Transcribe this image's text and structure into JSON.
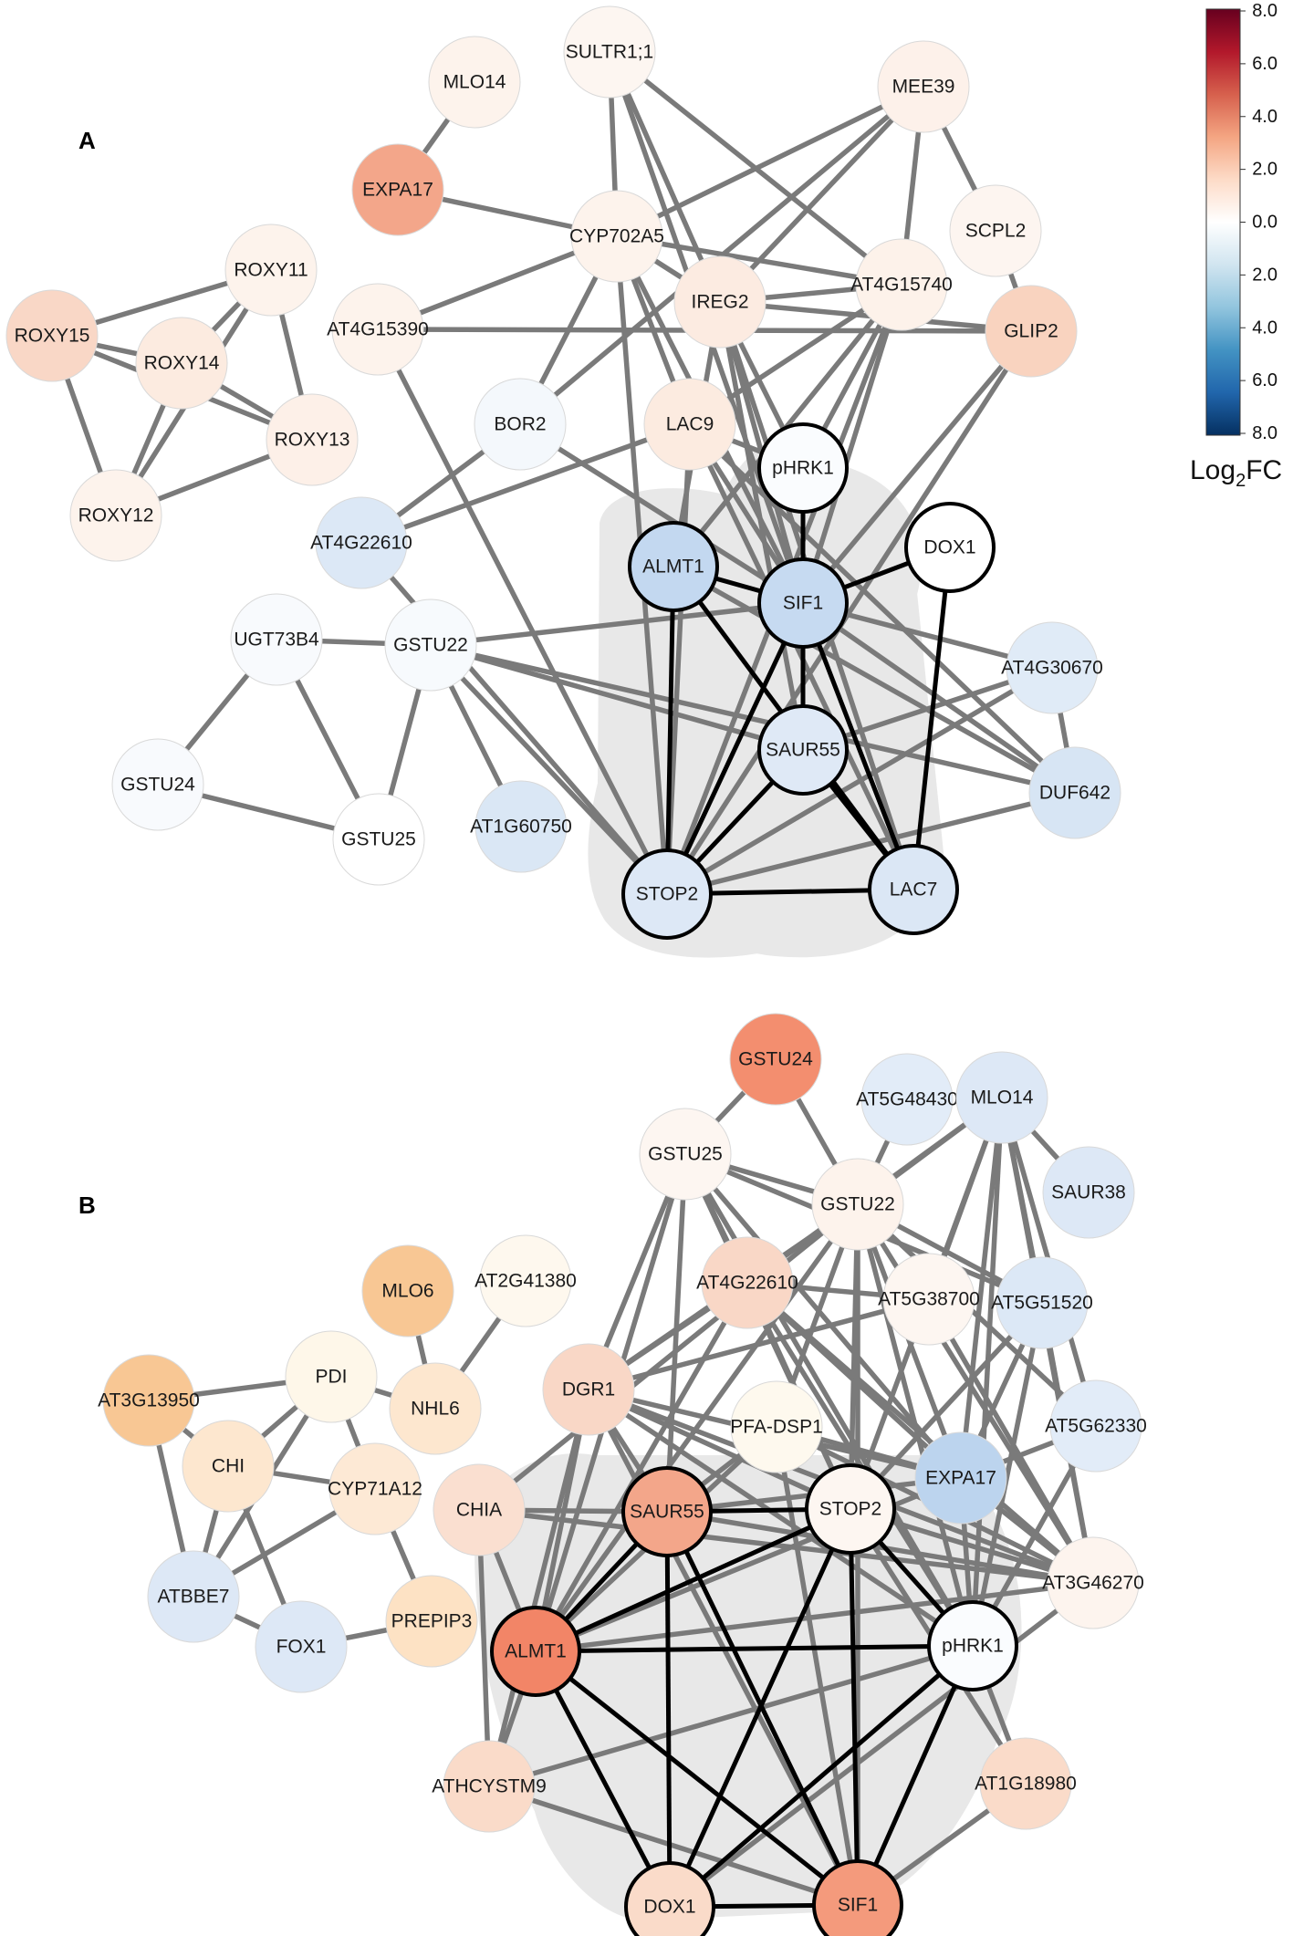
{
  "panels": [
    {
      "label": "A",
      "nodes": [
        {
          "id": "MLO14",
          "color": "#fdf3ec",
          "core": false
        },
        {
          "id": "SULTR1;1",
          "color": "#fdf6f1",
          "core": false
        },
        {
          "id": "MEE39",
          "color": "#fdf1ea",
          "core": false
        },
        {
          "id": "EXPA17",
          "color": "#f3a68a",
          "core": false
        },
        {
          "id": "CYP702A5",
          "color": "#fdf3ec",
          "core": false
        },
        {
          "id": "SCPL2",
          "color": "#fdf5f0",
          "core": false
        },
        {
          "id": "ROXY11",
          "color": "#fdf3ec",
          "core": false
        },
        {
          "id": "ROXY15",
          "color": "#f9d7c6",
          "core": false
        },
        {
          "id": "ROXY14",
          "color": "#fcebe0",
          "core": false
        },
        {
          "id": "ROXY13",
          "color": "#fdf0e8",
          "core": false
        },
        {
          "id": "ROXY12",
          "color": "#fdf3ec",
          "core": false
        },
        {
          "id": "IREG2",
          "color": "#fcebe1",
          "core": false
        },
        {
          "id": "AT4G15740",
          "color": "#fdf2ea",
          "core": false
        },
        {
          "id": "AT4G15390",
          "color": "#fdf3ec",
          "core": false
        },
        {
          "id": "GLIP2",
          "color": "#f9d3bf",
          "core": false
        },
        {
          "id": "BOR2",
          "color": "#f4f8fc",
          "core": false
        },
        {
          "id": "LAC9",
          "color": "#fcebe0",
          "core": false
        },
        {
          "id": "pHRK1",
          "color": "#fafcfe",
          "core": true
        },
        {
          "id": "AT4G22610",
          "color": "#dce8f6",
          "core": false
        },
        {
          "id": "ALMT1",
          "color": "#c3d8f0",
          "core": true
        },
        {
          "id": "SIF1",
          "color": "#c6daf1",
          "core": true
        },
        {
          "id": "DOX1",
          "color": "#ffffff",
          "core": true
        },
        {
          "id": "UGT73B4",
          "color": "#f8fafd",
          "core": false
        },
        {
          "id": "GSTU22",
          "color": "#f7fafd",
          "core": false
        },
        {
          "id": "AT4G30670",
          "color": "#e0ebf7",
          "core": false
        },
        {
          "id": "SAUR55",
          "color": "#dfe9f6",
          "core": true
        },
        {
          "id": "GSTU24",
          "color": "#f8fafd",
          "core": false
        },
        {
          "id": "DUF642",
          "color": "#d7e5f4",
          "core": false
        },
        {
          "id": "AT1G60750",
          "color": "#dae7f5",
          "core": false
        },
        {
          "id": "GSTU25",
          "color": "#ffffff",
          "core": false
        },
        {
          "id": "STOP2",
          "color": "#dde8f6",
          "core": true
        },
        {
          "id": "LAC7",
          "color": "#dbe7f5",
          "core": true
        }
      ],
      "edges": [
        [
          "MLO14",
          "EXPA17"
        ],
        [
          "EXPA17",
          "CYP702A5"
        ],
        [
          "CYP702A5",
          "AT4G15740"
        ],
        [
          "SULTR1;1",
          "CYP702A5"
        ],
        [
          "SULTR1;1",
          "IREG2"
        ],
        [
          "SULTR1;1",
          "AT4G15740"
        ],
        [
          "SULTR1;1",
          "SIF1"
        ],
        [
          "MEE39",
          "CYP702A5"
        ],
        [
          "MEE39",
          "IREG2"
        ],
        [
          "MEE39",
          "AT4G15740"
        ],
        [
          "MEE39",
          "SCPL2"
        ],
        [
          "MEE39",
          "BOR2"
        ],
        [
          "SCPL2",
          "GLIP2"
        ],
        [
          "ROXY11",
          "ROXY15"
        ],
        [
          "ROXY11",
          "ROXY14"
        ],
        [
          "ROXY11",
          "ROXY12"
        ],
        [
          "ROXY11",
          "ROXY13"
        ],
        [
          "ROXY15",
          "ROXY14"
        ],
        [
          "ROXY15",
          "ROXY13"
        ],
        [
          "ROXY15",
          "ROXY12"
        ],
        [
          "ROXY14",
          "ROXY13"
        ],
        [
          "ROXY14",
          "ROXY12"
        ],
        [
          "ROXY13",
          "ROXY12"
        ],
        [
          "AT4G15390",
          "CYP702A5"
        ],
        [
          "AT4G15390",
          "GLIP2"
        ],
        [
          "AT4G15390",
          "STOP2"
        ],
        [
          "CYP702A5",
          "IREG2"
        ],
        [
          "CYP702A5",
          "BOR2"
        ],
        [
          "CYP702A5",
          "LAC9"
        ],
        [
          "CYP702A5",
          "SIF1"
        ],
        [
          "CYP702A5",
          "STOP2"
        ],
        [
          "IREG2",
          "AT4G15740"
        ],
        [
          "IREG2",
          "GLIP2"
        ],
        [
          "IREG2",
          "pHRK1"
        ],
        [
          "IREG2",
          "SIF1"
        ],
        [
          "IREG2",
          "ALMT1"
        ],
        [
          "IREG2",
          "LAC7"
        ],
        [
          "IREG2",
          "SAUR55"
        ],
        [
          "AT4G15740",
          "SIF1"
        ],
        [
          "AT4G15740",
          "LAC9"
        ],
        [
          "AT4G15740",
          "STOP2"
        ],
        [
          "AT4G15740",
          "pHRK1"
        ],
        [
          "AT4G15740",
          "ALMT1"
        ],
        [
          "GLIP2",
          "SIF1"
        ],
        [
          "GLIP2",
          "STOP2"
        ],
        [
          "BOR2",
          "AT4G22610"
        ],
        [
          "BOR2",
          "SIF1"
        ],
        [
          "LAC9",
          "AT4G22610"
        ],
        [
          "LAC9",
          "SIF1"
        ],
        [
          "LAC9",
          "STOP2"
        ],
        [
          "LAC9",
          "LAC7"
        ],
        [
          "LAC9",
          "DUF642"
        ],
        [
          "LAC9",
          "pHRK1"
        ],
        [
          "AT4G22610",
          "STOP2"
        ],
        [
          "UGT73B4",
          "GSTU22"
        ],
        [
          "UGT73B4",
          "GSTU24"
        ],
        [
          "UGT73B4",
          "GSTU25"
        ],
        [
          "GSTU24",
          "GSTU25"
        ],
        [
          "GSTU22",
          "GSTU25"
        ],
        [
          "GSTU22",
          "AT1G60750"
        ],
        [
          "GSTU22",
          "SIF1"
        ],
        [
          "GSTU22",
          "SAUR55"
        ],
        [
          "GSTU22",
          "STOP2"
        ],
        [
          "GSTU22",
          "DUF642"
        ],
        [
          "AT4G30670",
          "SIF1"
        ],
        [
          "AT4G30670",
          "STOP2"
        ],
        [
          "AT4G30670",
          "DUF642"
        ],
        [
          "AT4G30670",
          "SAUR55"
        ],
        [
          "DUF642",
          "SIF1"
        ],
        [
          "DUF642",
          "STOP2"
        ],
        [
          "DUF642",
          "ALMT1"
        ]
      ],
      "core_edges": [
        [
          "pHRK1",
          "SIF1"
        ],
        [
          "ALMT1",
          "SIF1"
        ],
        [
          "DOX1",
          "SIF1"
        ],
        [
          "DOX1",
          "LAC7"
        ],
        [
          "ALMT1",
          "STOP2"
        ],
        [
          "ALMT1",
          "LAC7"
        ],
        [
          "SIF1",
          "SAUR55"
        ],
        [
          "SIF1",
          "STOP2"
        ],
        [
          "SIF1",
          "LAC7"
        ],
        [
          "SAUR55",
          "STOP2"
        ],
        [
          "SAUR55",
          "LAC7"
        ],
        [
          "STOP2",
          "LAC7"
        ]
      ]
    },
    {
      "label": "B",
      "nodes": [
        {
          "id": "GSTU24",
          "color": "#f38e6f",
          "core": false
        },
        {
          "id": "AT5G48430",
          "color": "#e2ecf8",
          "core": false
        },
        {
          "id": "MLO14",
          "color": "#dde8f6",
          "core": false
        },
        {
          "id": "GSTU25",
          "color": "#fdf6f1",
          "core": false
        },
        {
          "id": "GSTU22",
          "color": "#fdf3ec",
          "core": false
        },
        {
          "id": "SAUR38",
          "color": "#dde8f6",
          "core": false
        },
        {
          "id": "MLO6",
          "color": "#f8c794",
          "core": false
        },
        {
          "id": "AT2G41380",
          "color": "#fef8ee",
          "core": false
        },
        {
          "id": "AT4G22610",
          "color": "#f9d7c6",
          "core": false
        },
        {
          "id": "AT5G38700",
          "color": "#fdf6f1",
          "core": false
        },
        {
          "id": "AT5G51520",
          "color": "#dce8f6",
          "core": false
        },
        {
          "id": "AT3G13950",
          "color": "#f8c794",
          "core": false
        },
        {
          "id": "PDI",
          "color": "#fef7e9",
          "core": false
        },
        {
          "id": "NHL6",
          "color": "#fde7cf",
          "core": false
        },
        {
          "id": "DGR1",
          "color": "#f9d7c6",
          "core": false
        },
        {
          "id": "PFA-DSP1",
          "color": "#fef9ee",
          "core": false
        },
        {
          "id": "AT5G62330",
          "color": "#e2ecf8",
          "core": false
        },
        {
          "id": "CHI",
          "color": "#fde7cf",
          "core": false
        },
        {
          "id": "CYP71A12",
          "color": "#fde9d5",
          "core": false
        },
        {
          "id": "CHIA",
          "color": "#fadfd0",
          "core": false
        },
        {
          "id": "SAUR55",
          "color": "#f3a68a",
          "core": true
        },
        {
          "id": "STOP2",
          "color": "#fdf6f1",
          "core": true
        },
        {
          "id": "EXPA17",
          "color": "#bcd4ee",
          "core": false
        },
        {
          "id": "AT3G46270",
          "color": "#fdf4ee",
          "core": false
        },
        {
          "id": "ATBBE7",
          "color": "#dde8f6",
          "core": false
        },
        {
          "id": "FOX1",
          "color": "#dde8f6",
          "core": false
        },
        {
          "id": "PREPIP3",
          "color": "#fde2c4",
          "core": false
        },
        {
          "id": "ALMT1",
          "color": "#f28567",
          "core": true
        },
        {
          "id": "pHRK1",
          "color": "#fafcfe",
          "core": true
        },
        {
          "id": "ATHCYSTM9",
          "color": "#fadbc9",
          "core": false
        },
        {
          "id": "AT1G18980",
          "color": "#fadbc9",
          "core": false
        },
        {
          "id": "DOX1",
          "color": "#fadbc9",
          "core": true
        },
        {
          "id": "SIF1",
          "color": "#f49a7c",
          "core": true
        }
      ],
      "edges": [
        [
          "GSTU24",
          "GSTU25"
        ],
        [
          "GSTU24",
          "GSTU22"
        ],
        [
          "AT5G48430",
          "GSTU22"
        ],
        [
          "MLO14",
          "GSTU22"
        ],
        [
          "MLO14",
          "AT5G51520"
        ],
        [
          "MLO14",
          "SAUR38"
        ],
        [
          "MLO14",
          "AT5G38700"
        ],
        [
          "MLO14",
          "EXPA17"
        ],
        [
          "MLO14",
          "pHRK1"
        ],
        [
          "MLO14",
          "AT3G46270"
        ],
        [
          "MLO14",
          "STOP2"
        ],
        [
          "MLO14",
          "AT4G22610"
        ],
        [
          "MLO14",
          "AT5G62330"
        ],
        [
          "GSTU25",
          "GSTU22"
        ],
        [
          "GSTU25",
          "AT4G22610"
        ],
        [
          "GSTU25",
          "DGR1"
        ],
        [
          "GSTU25",
          "STOP2"
        ],
        [
          "GSTU25",
          "pHRK1"
        ],
        [
          "GSTU25",
          "AT5G51520"
        ],
        [
          "GSTU25",
          "SAUR55"
        ],
        [
          "GSTU25",
          "EXPA17"
        ],
        [
          "GSTU25",
          "ALMT1"
        ],
        [
          "GSTU22",
          "AT4G22610"
        ],
        [
          "GSTU22",
          "DGR1"
        ],
        [
          "GSTU22",
          "STOP2"
        ],
        [
          "GSTU22",
          "AT5G51520"
        ],
        [
          "GSTU22",
          "pHRK1"
        ],
        [
          "GSTU22",
          "EXPA17"
        ],
        [
          "GSTU22",
          "ALMT1"
        ],
        [
          "GSTU22",
          "SIF1"
        ],
        [
          "GSTU22",
          "PFA-DSP1"
        ],
        [
          "GSTU22",
          "AT3G46270"
        ],
        [
          "GSTU22",
          "CHIA"
        ],
        [
          "GSTU22",
          "AT5G62330"
        ],
        [
          "AT4G22610",
          "AT5G38700"
        ],
        [
          "AT4G22610",
          "DGR1"
        ],
        [
          "AT4G22610",
          "ALMT1"
        ],
        [
          "AT4G22610",
          "STOP2"
        ],
        [
          "AT4G22610",
          "EXPA17"
        ],
        [
          "AT4G22610",
          "pHRK1"
        ],
        [
          "AT4G22610",
          "AT3G46270"
        ],
        [
          "AT5G38700",
          "DGR1"
        ],
        [
          "AT5G38700",
          "AT3G46270"
        ],
        [
          "AT5G51520",
          "EXPA17"
        ],
        [
          "AT5G51520",
          "pHRK1"
        ],
        [
          "AT5G51520",
          "AT3G46270"
        ],
        [
          "AT5G51520",
          "STOP2"
        ],
        [
          "AT5G62330",
          "pHRK1"
        ],
        [
          "AT5G62330",
          "EXPA17"
        ],
        [
          "DGR1",
          "SAUR55"
        ],
        [
          "DGR1",
          "STOP2"
        ],
        [
          "DGR1",
          "EXPA17"
        ],
        [
          "DGR1",
          "AT3G46270"
        ],
        [
          "DGR1",
          "ALMT1"
        ],
        [
          "DGR1",
          "ATHCYSTM9"
        ],
        [
          "DGR1",
          "pHRK1"
        ],
        [
          "DGR1",
          "SIF1"
        ],
        [
          "PFA-DSP1",
          "SAUR55"
        ],
        [
          "PFA-DSP1",
          "EXPA17"
        ],
        [
          "PFA-DSP1",
          "ALMT1"
        ],
        [
          "PFA-DSP1",
          "AT3G46270"
        ],
        [
          "PFA-DSP1",
          "SIF1"
        ],
        [
          "EXPA17",
          "AT3G46270"
        ],
        [
          "EXPA17",
          "ALMT1"
        ],
        [
          "EXPA17",
          "SAUR55"
        ],
        [
          "EXPA17",
          "pHRK1"
        ],
        [
          "STOP2",
          "AT3G46270"
        ],
        [
          "STOP2",
          "AT1G18980"
        ],
        [
          "CHIA",
          "ALMT1"
        ],
        [
          "CHIA",
          "SAUR55"
        ],
        [
          "CHIA",
          "ATHCYSTM9"
        ],
        [
          "CHIA",
          "AT3G46270"
        ],
        [
          "SAUR55",
          "AT3G46270"
        ],
        [
          "ALMT1",
          "ATHCYSTM9"
        ],
        [
          "ATHCYSTM9",
          "SIF1"
        ],
        [
          "ATHCYSTM9",
          "pHRK1"
        ],
        [
          "pHRK1",
          "AT1G18980"
        ],
        [
          "AT3G46270",
          "DOX1"
        ],
        [
          "AT3G46270",
          "ALMT1"
        ],
        [
          "AT1G18980",
          "SIF1"
        ],
        [
          "AT2G41380",
          "NHL6"
        ],
        [
          "MLO6",
          "NHL6"
        ],
        [
          "PDI",
          "NHL6"
        ],
        [
          "PDI",
          "CHI"
        ],
        [
          "PDI",
          "CYP71A12"
        ],
        [
          "PDI",
          "ATBBE7"
        ],
        [
          "AT3G13950",
          "PDI"
        ],
        [
          "AT3G13950",
          "ATBBE7"
        ],
        [
          "AT3G13950",
          "CHI"
        ],
        [
          "CHI",
          "CYP71A12"
        ],
        [
          "CHI",
          "ATBBE7"
        ],
        [
          "CHI",
          "FOX1"
        ],
        [
          "CYP71A12",
          "ATBBE7"
        ],
        [
          "CYP71A12",
          "PREPIP3"
        ],
        [
          "ATBBE7",
          "FOX1"
        ],
        [
          "FOX1",
          "PREPIP3"
        ]
      ],
      "core_edges": [
        [
          "SAUR55",
          "STOP2"
        ],
        [
          "SAUR55",
          "ALMT1"
        ],
        [
          "SAUR55",
          "DOX1"
        ],
        [
          "SAUR55",
          "SIF1"
        ],
        [
          "STOP2",
          "ALMT1"
        ],
        [
          "STOP2",
          "DOX1"
        ],
        [
          "STOP2",
          "SIF1"
        ],
        [
          "STOP2",
          "pHRK1"
        ],
        [
          "ALMT1",
          "pHRK1"
        ],
        [
          "ALMT1",
          "DOX1"
        ],
        [
          "ALMT1",
          "SIF1"
        ],
        [
          "pHRK1",
          "DOX1"
        ],
        [
          "pHRK1",
          "SIF1"
        ],
        [
          "DOX1",
          "SIF1"
        ]
      ]
    }
  ],
  "legend": {
    "title_main": "Log",
    "title_sub": "2",
    "title_tail": "FC",
    "ticks": [
      "8.0",
      "6.0",
      "4.0",
      "2.0",
      "0.0",
      "2.0",
      "4.0",
      "6.0",
      "8.0"
    ],
    "gradient": [
      "#67001f",
      "#b2182b",
      "#d6604d",
      "#f4a582",
      "#fddbc7",
      "#ffffff",
      "#d1e5f0",
      "#92c5de",
      "#4393c3",
      "#2166ac",
      "#053061"
    ]
  }
}
